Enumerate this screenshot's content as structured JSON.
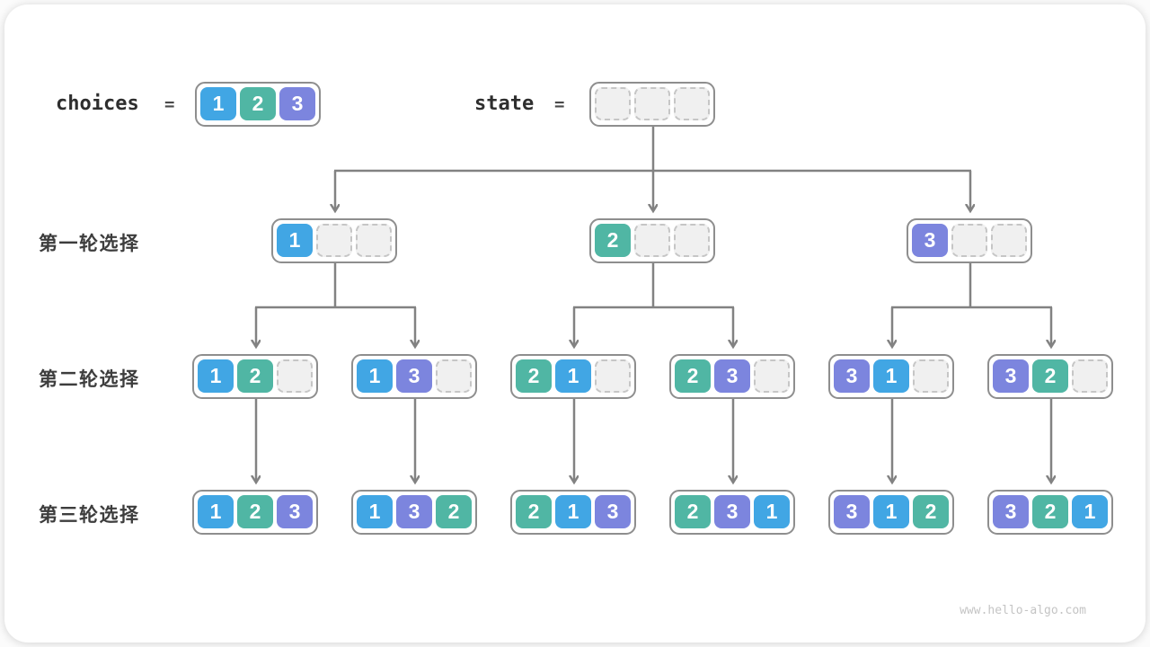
{
  "header": {
    "choices_label": "choices",
    "state_label": "state",
    "equals": "=",
    "choices_values": [
      1,
      2,
      3
    ]
  },
  "rows": [
    {
      "label": "第一轮选择"
    },
    {
      "label": "第二轮选择"
    },
    {
      "label": "第三轮选择"
    }
  ],
  "tree": {
    "state": [
      null,
      null,
      null
    ],
    "round1": [
      [
        1,
        null,
        null
      ],
      [
        2,
        null,
        null
      ],
      [
        3,
        null,
        null
      ]
    ],
    "round2": [
      [
        1,
        2,
        null
      ],
      [
        1,
        3,
        null
      ],
      [
        2,
        1,
        null
      ],
      [
        2,
        3,
        null
      ],
      [
        3,
        1,
        null
      ],
      [
        3,
        2,
        null
      ]
    ],
    "round3": [
      [
        1,
        2,
        3
      ],
      [
        1,
        3,
        2
      ],
      [
        2,
        1,
        3
      ],
      [
        2,
        3,
        1
      ],
      [
        3,
        1,
        2
      ],
      [
        3,
        2,
        1
      ]
    ]
  },
  "colors": {
    "1": "#41a6e4",
    "2": "#50b6a4",
    "3": "#7c85de",
    "box_border": "#8e8e8e",
    "connector": "#828282",
    "empty_fill": "#f0f0f0",
    "empty_border": "#c6c6c6"
  },
  "watermark": "www.hello-algo.com"
}
